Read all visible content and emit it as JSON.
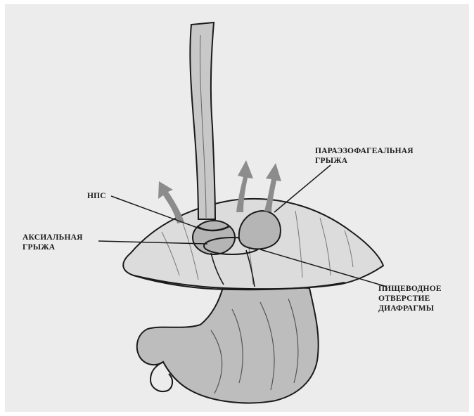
{
  "labels": {
    "npc": "НПС",
    "axial_line1": "АКСИАЛЬНАЯ",
    "axial_line2": "ГРЫЖА",
    "paraesophageal_line1": "ПАРАЭЗОФАГЕАЛЬНАЯ",
    "paraesophageal_line2": "ГРЫЖА",
    "hiatus_line1": "ПИЩЕВОДНОЕ",
    "hiatus_line2": "ОТВЕРСТИЕ",
    "hiatus_line3": "ДИАФРАГМЫ"
  },
  "colors": {
    "background": "#ececec",
    "ink": "#1a1a1a",
    "arrow": "#8c8c8c",
    "diaphragm_fill": "#dcdcdc",
    "organ_fill": "#bdbdbd"
  }
}
